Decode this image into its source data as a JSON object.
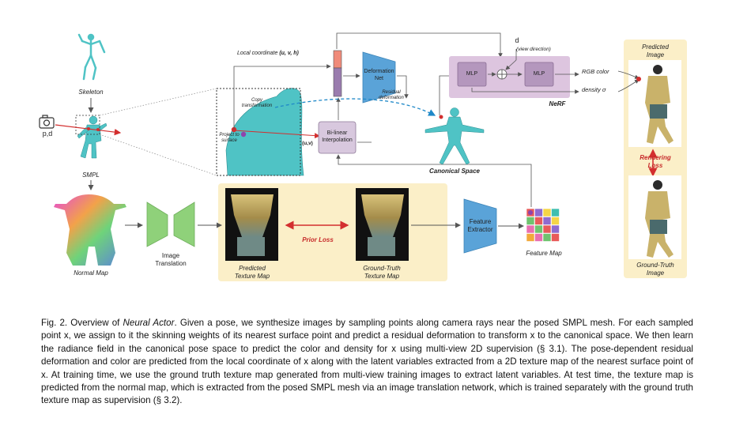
{
  "figure": {
    "skeleton_label": "Skeleton",
    "smpl_label": "SMPL",
    "camera_label": "p,d",
    "normal_map_label": "Normal Map",
    "image_translation_label": [
      "Image",
      "Translation"
    ],
    "local_coordinate_label": "Local coordinate",
    "local_coordinate_vars": "(u, v, h)",
    "copy_transformation_label": [
      "Copy",
      "transformation"
    ],
    "project_to_surface_label": [
      "Project to",
      "surface"
    ],
    "uv_label": "(u,v)",
    "bilinear_label": [
      "Bi-linear",
      "Interpolation"
    ],
    "deformation_net_label": [
      "Deformation",
      "Net"
    ],
    "residual_deformation_label": [
      "Residual",
      "deformation"
    ],
    "canonical_space_label": "Canonical Space",
    "view_dir_symbol": "d",
    "view_dir_label": "(view direction)",
    "mlp1_label": "MLP",
    "mlp2_label": "MLP",
    "nerf_label": "NeRF",
    "rgb_label": "RGB color",
    "density_label": "density σ",
    "predicted_image_label": [
      "Predicted",
      "Image"
    ],
    "rendering_loss_label": [
      "Rendering",
      "Loss"
    ],
    "gt_image_label": [
      "Ground-Truth",
      "Image"
    ],
    "predicted_texture_label": [
      "Predicted",
      "Texture Map"
    ],
    "prior_loss_label": "Prior Loss",
    "gt_texture_label": [
      "Ground-Truth",
      "Texture Map"
    ],
    "feature_extractor_label": [
      "Feature",
      "Extractor"
    ],
    "feature_map_label": "Feature Map"
  },
  "colors": {
    "panel_yellow": "#fbefc8",
    "teal": "#4fc3c5",
    "green_trap": "#8fd17a",
    "blue_trap": "#5aa3d8",
    "nerf_bg": "#ddc5df",
    "mlp_fill": "#b497bd",
    "red": "#d32f2f"
  },
  "caption": {
    "fig_num": "Fig. 2.",
    "text1": "  Overview of ",
    "name": "Neural Actor",
    "text2": ". Given a pose, we synthesize images by sampling points along camera rays near the posed SMPL mesh. For each sampled point x, we assign to it the skinning weights of its nearest surface point and predict a residual deformation to transform x to the canonical space. We then learn the radiance field in the canonical pose space to predict the color and density for x using multi-view 2D supervision (§ 3.1). The pose-dependent residual deformation and color are predicted from the local coordinate of x along with the latent variables extracted from a 2D texture map of the nearest surface point of x. At training time, we use the ground truth texture map generated from multi-view training images to extract latent variables. At test time, the texture map is predicted from the normal map, which is extracted from the posed SMPL mesh via an image translation network, which is trained separately with the ground truth texture map as supervision (§ 3.2)."
  }
}
